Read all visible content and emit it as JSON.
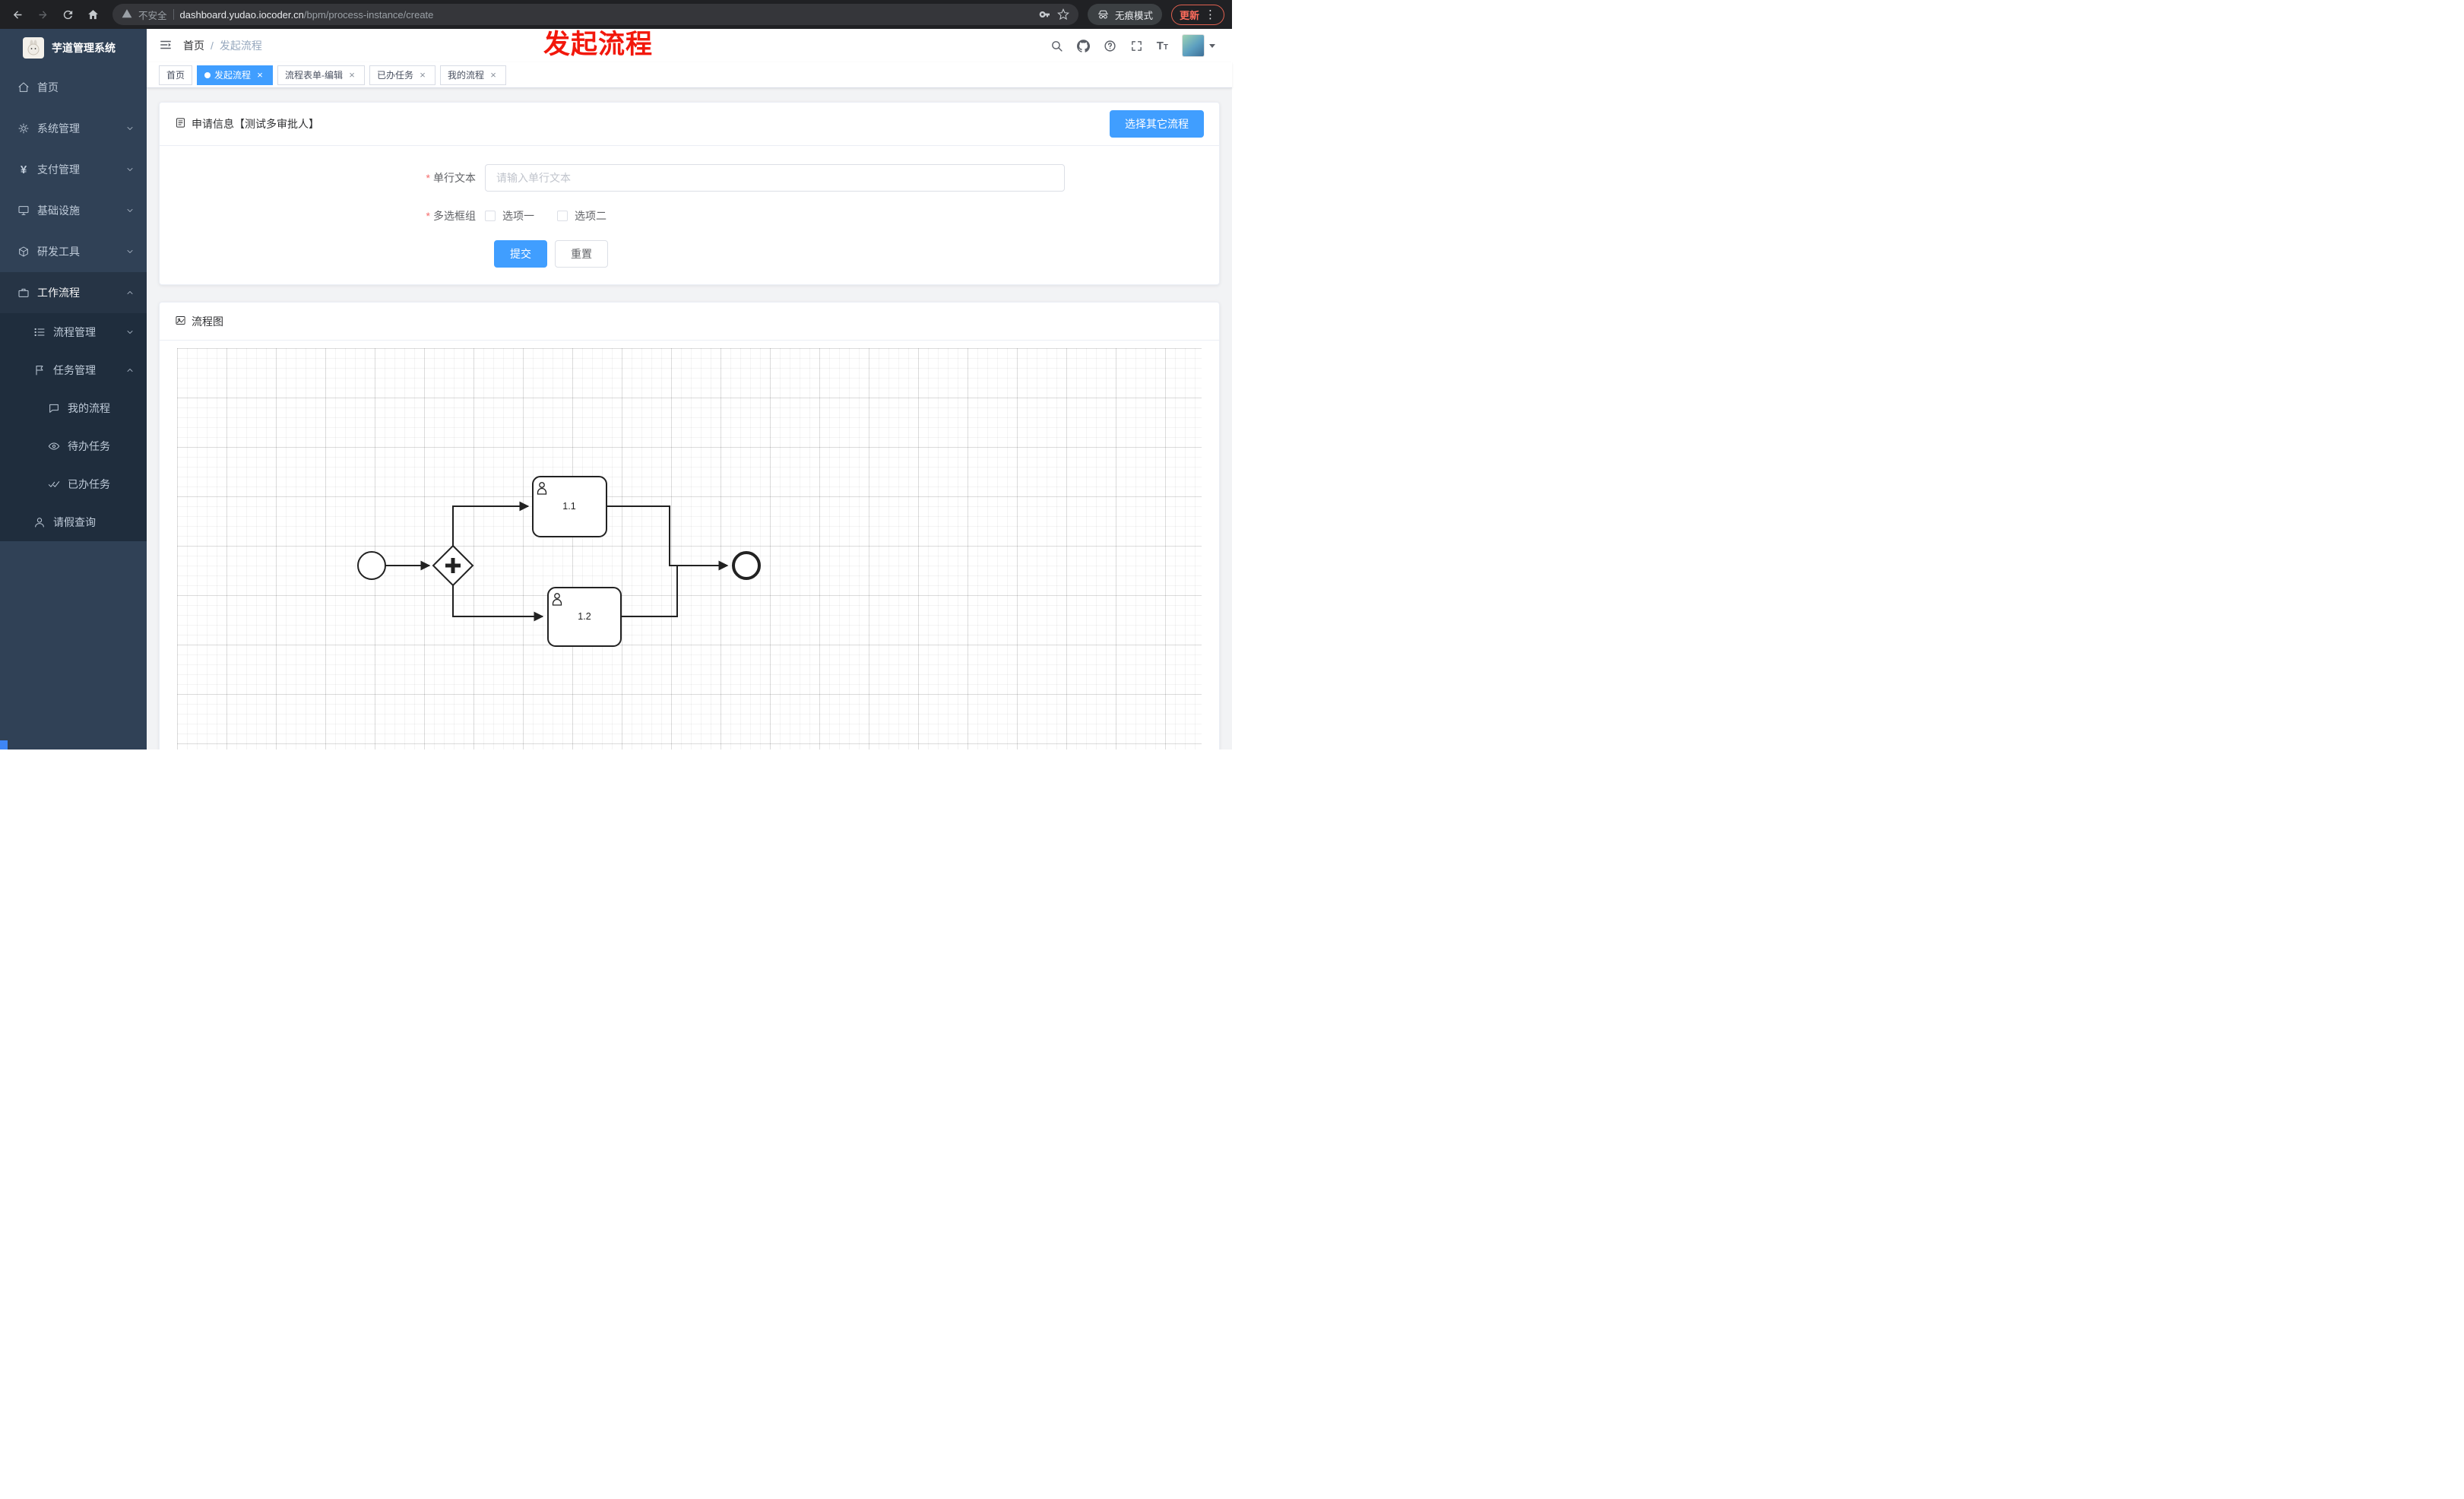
{
  "browser": {
    "security_label": "不安全",
    "url_domain": "dashboard.yudao.iocoder.cn",
    "url_path": "/bpm/process-instance/create",
    "incognito_label": "无痕模式",
    "update_label": "更新",
    "menu_dots": "⋮"
  },
  "annotation": {
    "text": "发起流程"
  },
  "colors": {
    "accent_blue": "#409eff",
    "sidebar_bg": "#304156",
    "submenu_bg": "#1f2d3d",
    "annotation_red": "#f2180c",
    "update_red": "#ff6c5c"
  },
  "sidebar": {
    "app_title": "芋道管理系统",
    "items": [
      {
        "label": "首页",
        "icon": "home-icon",
        "expandable": false
      },
      {
        "label": "系统管理",
        "icon": "gear-icon",
        "expandable": true,
        "expanded": false
      },
      {
        "label": "支付管理",
        "icon": "yen-icon",
        "expandable": true,
        "expanded": false
      },
      {
        "label": "基础设施",
        "icon": "monitor-icon",
        "expandable": true,
        "expanded": false
      },
      {
        "label": "研发工具",
        "icon": "cube-icon",
        "expandable": true,
        "expanded": false
      },
      {
        "label": "工作流程",
        "icon": "briefcase-icon",
        "expandable": true,
        "expanded": true
      }
    ],
    "workflow_children": [
      {
        "label": "流程管理",
        "icon": "list-icon",
        "expandable": true,
        "expanded": false
      },
      {
        "label": "任务管理",
        "icon": "flag-icon",
        "expandable": true,
        "expanded": true
      }
    ],
    "task_children": [
      {
        "label": "我的流程",
        "icon": "chat-icon"
      },
      {
        "label": "待办任务",
        "icon": "eye-icon"
      },
      {
        "label": "已办任务",
        "icon": "double-check-icon"
      }
    ],
    "leave_item": {
      "label": "请假查询",
      "icon": "user-icon"
    }
  },
  "header": {
    "breadcrumb": [
      "首页",
      "发起流程"
    ],
    "separator": "/"
  },
  "tabs": [
    {
      "label": "首页",
      "active": false,
      "closable": false
    },
    {
      "label": "发起流程",
      "active": true,
      "closable": true
    },
    {
      "label": "流程表单-编辑",
      "active": false,
      "closable": true
    },
    {
      "label": "已办任务",
      "active": false,
      "closable": true
    },
    {
      "label": "我的流程",
      "active": false,
      "closable": true
    }
  ],
  "form_card": {
    "title": "申请信息【测试多审批人】",
    "choose_other_button": "选择其它流程",
    "text_field": {
      "required_mark": "*",
      "label": "单行文本",
      "placeholder": "请输入单行文本",
      "value": ""
    },
    "checkbox_group": {
      "required_mark": "*",
      "label": "多选框组",
      "options": [
        {
          "label": "选项一",
          "checked": false
        },
        {
          "label": "选项二",
          "checked": false
        }
      ]
    },
    "submit_button": "提交",
    "reset_button": "重置"
  },
  "diagram_card": {
    "title": "流程图",
    "diagram": {
      "type": "bpmn-flow",
      "nodes": [
        {
          "id": "start",
          "type": "start-event",
          "label": ""
        },
        {
          "id": "gateway",
          "type": "parallel-gateway",
          "label": ""
        },
        {
          "id": "task-1-1",
          "type": "user-task",
          "label": "1.1"
        },
        {
          "id": "task-1-2",
          "type": "user-task",
          "label": "1.2"
        },
        {
          "id": "end",
          "type": "end-event",
          "label": ""
        }
      ],
      "flows": [
        [
          "start",
          "gateway"
        ],
        [
          "gateway",
          "task-1-1"
        ],
        [
          "gateway",
          "task-1-2"
        ],
        [
          "task-1-1",
          "end"
        ],
        [
          "task-1-2",
          "end"
        ]
      ]
    }
  },
  "icons": {
    "close": "×"
  }
}
